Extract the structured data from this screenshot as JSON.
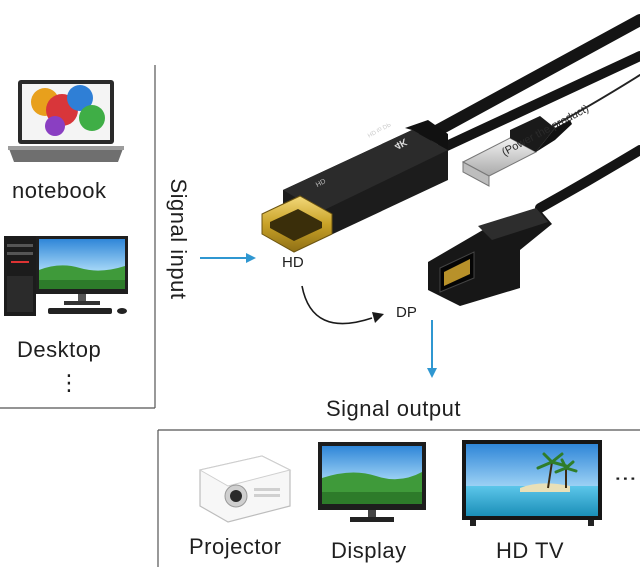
{
  "inputs": {
    "notebook_label": "notebook",
    "desktop_label": "Desktop",
    "more_label": "⋮"
  },
  "signal_input_label": "Signal input",
  "adapter": {
    "hd_port_label": "HD",
    "dp_port_label": "DP",
    "badge_text": "4K",
    "plug_text": "HD",
    "small_print": "HD to DP",
    "power_label": "(Power the product)"
  },
  "signal_output_label": "Signal output",
  "outputs": {
    "projector_label": "Projector",
    "display_label": "Display",
    "hdtv_label": "HD TV",
    "more_label": "⋮"
  },
  "colors": {
    "arrow_blue": "#2f97d1",
    "cable_black": "#141414",
    "gold": "#c9a227",
    "screen_sky": "#3fa1e6",
    "screen_grass": "#3f9a3a"
  }
}
